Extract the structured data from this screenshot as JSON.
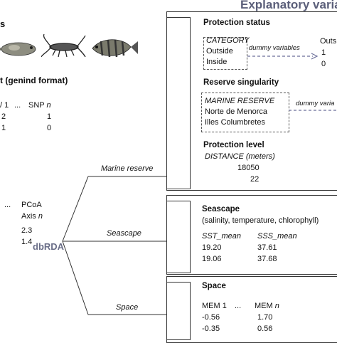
{
  "header": {
    "title": "Explanatory variab"
  },
  "left": {
    "cut_label_top": "s",
    "dataset_label": "t (genind format)",
    "snp_header": [
      "/ 1",
      "...",
      "SNP n"
    ],
    "snp_rows": [
      [
        "2",
        "1"
      ],
      [
        "1",
        "0"
      ]
    ],
    "pcoa_header": [
      "...",
      "PCoA",
      "Axis n"
    ],
    "pcoa_values": [
      "2.3",
      "1.4"
    ],
    "dbrda_label": "dbRDA"
  },
  "branches": {
    "marine_reserve": "Marine reserve",
    "seascape": "Seascape",
    "space": "Space"
  },
  "protection_status": {
    "title": "Protection status",
    "category_label": "CATEGORY",
    "options": [
      "Outside",
      "Inside"
    ],
    "arrow_label": "dummy variables",
    "out_header": "Outs",
    "out_values": [
      "1",
      "0"
    ]
  },
  "reserve_singularity": {
    "title": "Reserve singularity",
    "category_label": "MARINE RESERVE",
    "options": [
      "Norte de Menorca",
      "Illes Columbretes"
    ],
    "arrow_label": "dummy varia"
  },
  "protection_level": {
    "title": "Protection level",
    "variable_label": "DISTANCE (meters)",
    "values": [
      "18050",
      "22"
    ]
  },
  "seascape": {
    "title": "Seascape",
    "subtitle": "(salinity, temperature, chlorophyll)",
    "col1_header": "SST_mean",
    "col2_header": "SSS_mean",
    "rows": [
      [
        "19.20",
        "37.61"
      ],
      [
        "19.06",
        "37.68"
      ]
    ]
  },
  "space": {
    "title": "Space",
    "header": [
      "MEM 1",
      "...",
      "MEM n"
    ],
    "rows": [
      [
        "-0.56",
        "1.70"
      ],
      [
        "-0.35",
        "0.56"
      ]
    ]
  },
  "colors": {
    "accent": "#5b5f7a",
    "arrow": "#6a6e99",
    "line": "#333333"
  }
}
